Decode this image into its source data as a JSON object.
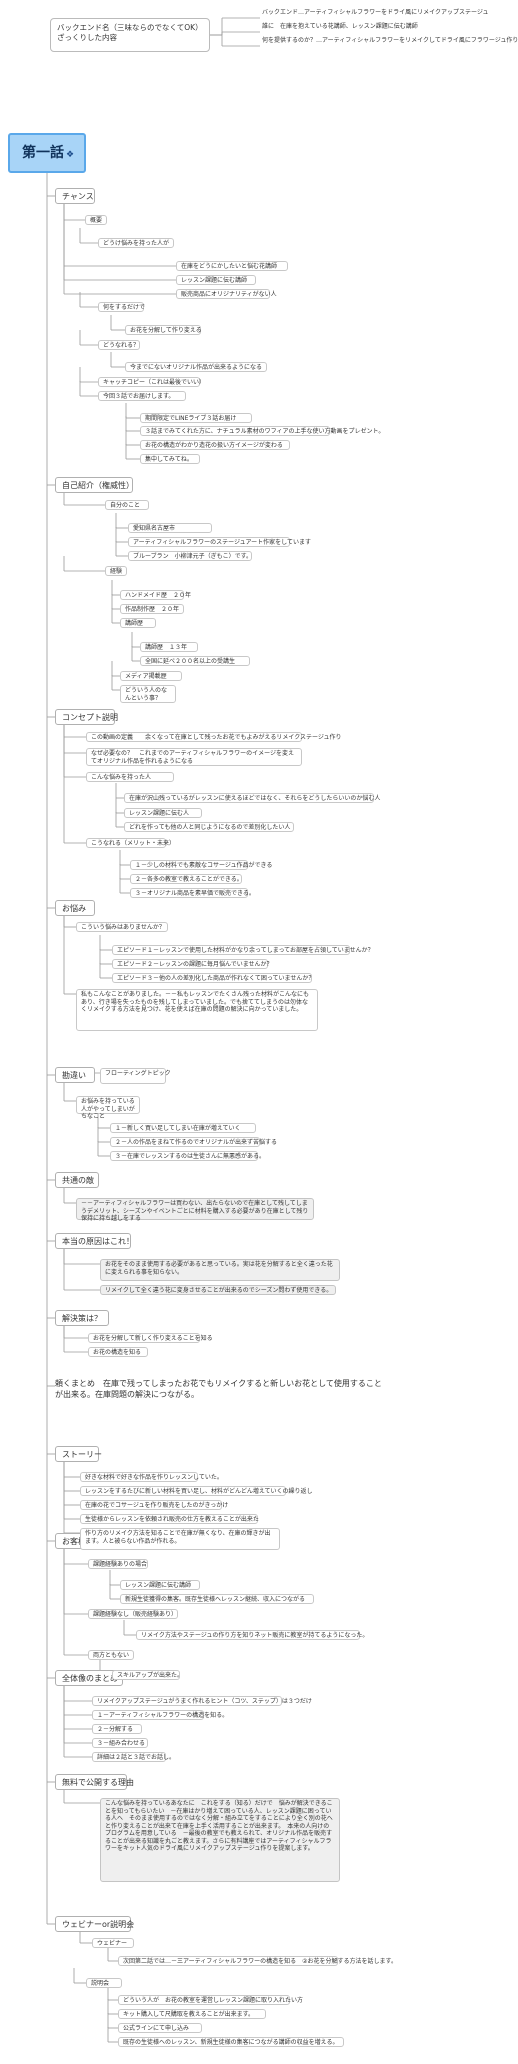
{
  "header": {
    "title_line1": "バックエンド名（三味ならのでなくてOK）",
    "title_line2": "ざっくりした内容",
    "notes": [
      "バックエンド…アーティフィシャルフラワーをドライ風にリメイクアップステージュ",
      "誰に　在庫を抱えている花講師、レッスン課題に伝む講師",
      "何を提供するのか？…アーティフィシャルフラワーをリメイクしてドライ風にフラワージュ作り"
    ]
  },
  "root": {
    "label": "第一話",
    "icon": "info-icon"
  },
  "sections": [
    {
      "id": "s1",
      "label": "チャンス"
    },
    {
      "id": "s2",
      "label": "自己紹介（権威性）"
    },
    {
      "id": "s3",
      "label": "コンセプト説明"
    },
    {
      "id": "s4",
      "label": "お悩み"
    },
    {
      "id": "s5",
      "label": "勘違い"
    },
    {
      "id": "s6",
      "label": "共通の敵"
    },
    {
      "id": "s7",
      "label": "本当の原因はこれ！"
    },
    {
      "id": "s8",
      "label": "解決策は？"
    },
    {
      "id": "s9",
      "label": "頼くまとめ　在庫で残ってしまったお花でもリメイクすると新しいお花として使用することが出来る。在庫問題の解決につながる。"
    },
    {
      "id": "s10",
      "label": "ストーリー"
    },
    {
      "id": "s11",
      "label": "お客様事例"
    },
    {
      "id": "s12",
      "label": "全体像のまとめ"
    },
    {
      "id": "s13",
      "label": "無料で公開する理由"
    },
    {
      "id": "s14",
      "label": "ウェビナーor説明会"
    }
  ],
  "nodes": {
    "s1": [
      "概要",
      "どうけ悩みを持った人が",
      "在庫をどうにかしたいと悩む花講師",
      "レッスン課題に伝む講師",
      "販売商品にオリジナリティがない人",
      "何をするだけで",
      "お花を分解して作り変える",
      "どうなれる？",
      "今までにないオリジナル作品が出来るようになる",
      "キャッチコピー（これは最後でいい）",
      "今回３話でお届けします。",
      "期間限定でLINEライブ３話お届け",
      "３話までみてくれた方に、ナチュラル素材のワフィアの上手な使い方動画をプレゼント。",
      "お花の構造がわかり造花の扱い方イメージが変わる",
      "集中してみてね。"
    ],
    "s2": [
      "自分のこと",
      "愛知県名古屋市",
      "アーティフィシャルフラワーのステージュアート作家をしています",
      "ブルーブラン　小柳津元子（ぎもこ）です。",
      "経験",
      "ハンドメイド歴　２０年",
      "作品制作歴　２０年",
      "講師歴",
      "講師歴　１３年",
      "全国に延べ２００名以上の受講生",
      "メディア掲載歴",
      "どういう人のなんという事？"
    ],
    "s3": [
      "この動画の定義　　余くなって在庫として残ったお花でもよみがえるリメイクステージュ作り",
      "なぜ必要なの？　これまでのアーティフィシャルフラワーのイメージを変えてオリジナル作品を作れるようになる",
      "こんな悩みを持った人",
      "在庫が沢山残っているがレッスンに使えるほどではなく、それらをどうしたらいいのか悩む人",
      "レッスン課題に伝む人",
      "どれを作っても他の人と同じようになるので差別化したい人",
      "こうなれる（メリット・未来）",
      "１－少しの材料でも素敵なコサージュ作品ができる",
      "２－各多の教室で教えることができる。",
      "３－オリジナル商品を素早価で販売できる。"
    ],
    "s4": [
      "こういう悩みはありませんか？",
      "エピソード１－レッスンで使用した材料がかなり余ってしまってお部屋を占領していませんか？",
      "エピソード２－レッスンの課題に毎月悩んでいませんか？",
      "エピソード３－他の人の差別化した商品が作れなくて困っていませんか？",
      "私もこんなことがありました。－－私もレッスンでたくさん残った材料がこんなにもあり、行き場を失ったものを残してしまっていました。でも捨ててしまうのは勿体なくリメイクする方法を見つけ、花を使えば在庫の問題の解決に向かっていました。"
    ],
    "s5": [
      "フローティングトピック",
      "お悩みを持っている人がやってしまいがちなこと",
      "１－新しく買い足してしまい在庫が増えていく",
      "２－人の作品をまねて作るのでオリジナルが出来ず苦悩する",
      "３－在庫でレッスンするのは生徒さんに無悪感がある。"
    ],
    "s6": [
      "－－アーティフィシャルフラワーは買わない、出たらないので在庫として残してしまうデメリット、シーズンやイベントごとに材料を購入する必要があり在庫として残り保持に持ち越しをする"
    ],
    "s7": [
      "お花をそのまま使用する必要があると思っている。実は花を分解すると全く違った花に変えられる事を知らない。",
      "リメイクして全く違う花に変身させることが出来るのでシーズン問わず使用できる。"
    ],
    "s8": [
      "お花を分解して新しく作り変えることを知る",
      "お花の構造を知る"
    ],
    "s10": [
      "好きな材料で好きな作品を作りレッスンしていた。",
      "レッスンをするたびに新しい材料を買い足し、材料がどんどん増えていくの繰り返し",
      "在庫の花でコサージュを作り販売をしたのがきっかけ",
      "生徒様からレッスンを依頼され販売の仕方を教えることが出来た",
      "作り方のリメイク方法を知ることで在庫が無くなり、在庫の輝きが出ます。人と被らない作品が作れる。"
    ],
    "s11": [
      "課題経験ありの場合",
      "レッスン課題に伝む講師",
      "新規生徒獲得の集客。既存生徒様へレッスン継続、収入につながる",
      "課題経験なし（販売経験あり）",
      "リメイク方法やステージュの作り方を知りネット販売に教室が持てるようになった。",
      "両方ともない",
      "スキルアップが出来た。"
    ],
    "s12": [
      "リメイクアップステージュがうまく作れるヒント（コツ、ステップ）は３つだけ",
      "１－アーティフィシャルフラワーの構造を知る。",
      "２－分解する",
      "３－組み合わせる",
      "詳細は２話と３話でお話し。"
    ],
    "s13": [
      "こんな悩みを持っているあなたに　これをする（知る）だけで　悩みが解決できることを知ってもらいたい　－在庫はかり増えて困っている人、レッスン課題に困っている人へ　そのまま使用するのではなく分解・組み立てをすることにより全く別の花へと作り変えることが出来て在庫を上手く活用することが出来ます。　本来の人向けのプログラムを用意している　－最後の教室でも教えられて、オリジナル作品を販売することが出来る知識を丸ごと教えます。さらに有料講座ではアーティフィシャルフラワーをキット人気のドライ風にリメイクアップステージュ作りを提案します。"
    ],
    "s14": [
      "ウェビナー",
      "次回第二話では…－三アーティフィシャルフラワーの構造を知る　②お花を分解する方法を話します。",
      "説明会",
      "どういう人が　お花の教室を運営しレッスン課題に取り入れたい方",
      "キット購入して尺購取を教えることが出来ます。",
      "公式ラインにて申し込み",
      "既存の生徒様へのレッスン、新規生徒様の集客につながる講師の収益を増える。"
    ]
  }
}
